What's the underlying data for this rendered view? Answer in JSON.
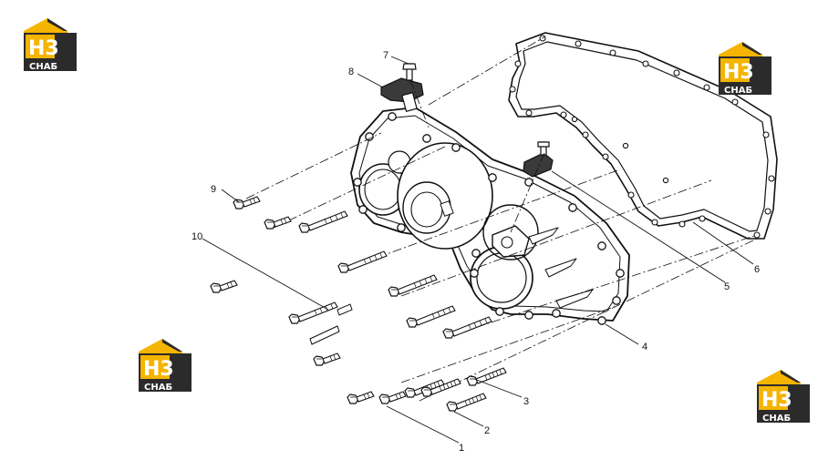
{
  "logo": {
    "letters": "H3",
    "caption": "СНАБ",
    "colors": {
      "yellow": "#F5B400",
      "dark": "#2B2B2B",
      "white": "#FFFFFF"
    }
  },
  "callouts": [
    {
      "id": "c1",
      "label": "1"
    },
    {
      "id": "c2",
      "label": "2"
    },
    {
      "id": "c3",
      "label": "3"
    },
    {
      "id": "c4",
      "label": "4"
    },
    {
      "id": "c5",
      "label": "5"
    },
    {
      "id": "c6",
      "label": "6"
    },
    {
      "id": "c7",
      "label": "7"
    },
    {
      "id": "c8",
      "label": "8"
    },
    {
      "id": "c9",
      "label": "9"
    },
    {
      "id": "c10",
      "label": "10"
    }
  ],
  "parts": {
    "gasket": "gasket-icon",
    "cover": "timing-cover-icon",
    "bolt": "bolt-icon",
    "sensor": "sensor-icon"
  }
}
